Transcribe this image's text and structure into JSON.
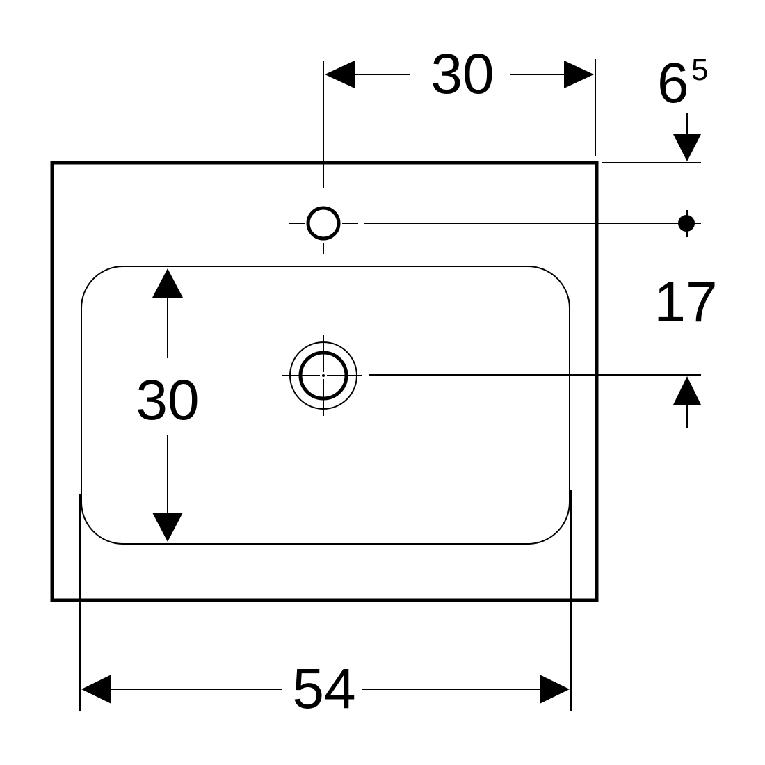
{
  "dimensions": {
    "tap_offset_width": "30",
    "rim_depth_main": "6",
    "rim_depth_sup": "5",
    "drain_offset": "17",
    "bowl_depth": "30",
    "bowl_width": "54"
  },
  "colors": {
    "line": "#000000",
    "background": "#ffffff"
  }
}
